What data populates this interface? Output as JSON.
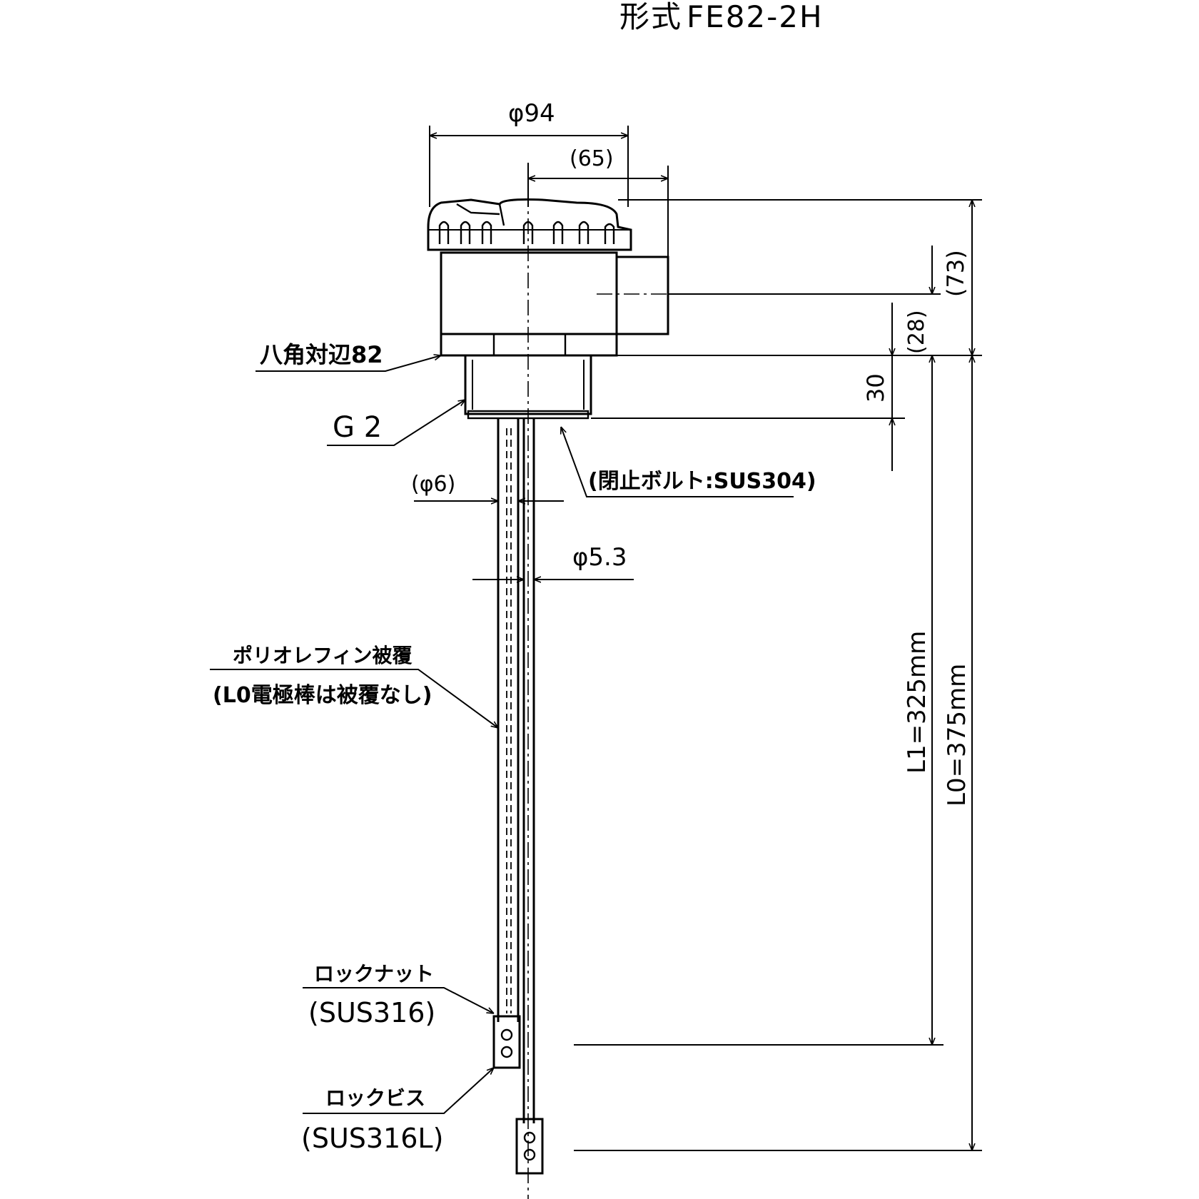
{
  "title": {
    "kanji": "形式",
    "model": "FE82-2H"
  },
  "dimensions": {
    "phi94": "φ94",
    "d65": "(65)",
    "d73": "(73)",
    "d28": "(28)",
    "d30": "30",
    "phi6": "(φ6)",
    "phi53": "φ5.3",
    "L1": "L1=325mm",
    "L0": "L0=375mm"
  },
  "callouts": {
    "octagon": "八角対辺82",
    "thread": "G 2",
    "stop_bolt": "(閉止ボルト:SUS304)",
    "coating_line1": "ポリオレフィン被覆",
    "coating_line2": "(L0電極棒は被覆なし)",
    "locknut_name": "ロックナット",
    "locknut_mat": "(SUS316)",
    "lockscrew_name": "ロックビス",
    "lockscrew_mat": "(SUS316L)"
  }
}
